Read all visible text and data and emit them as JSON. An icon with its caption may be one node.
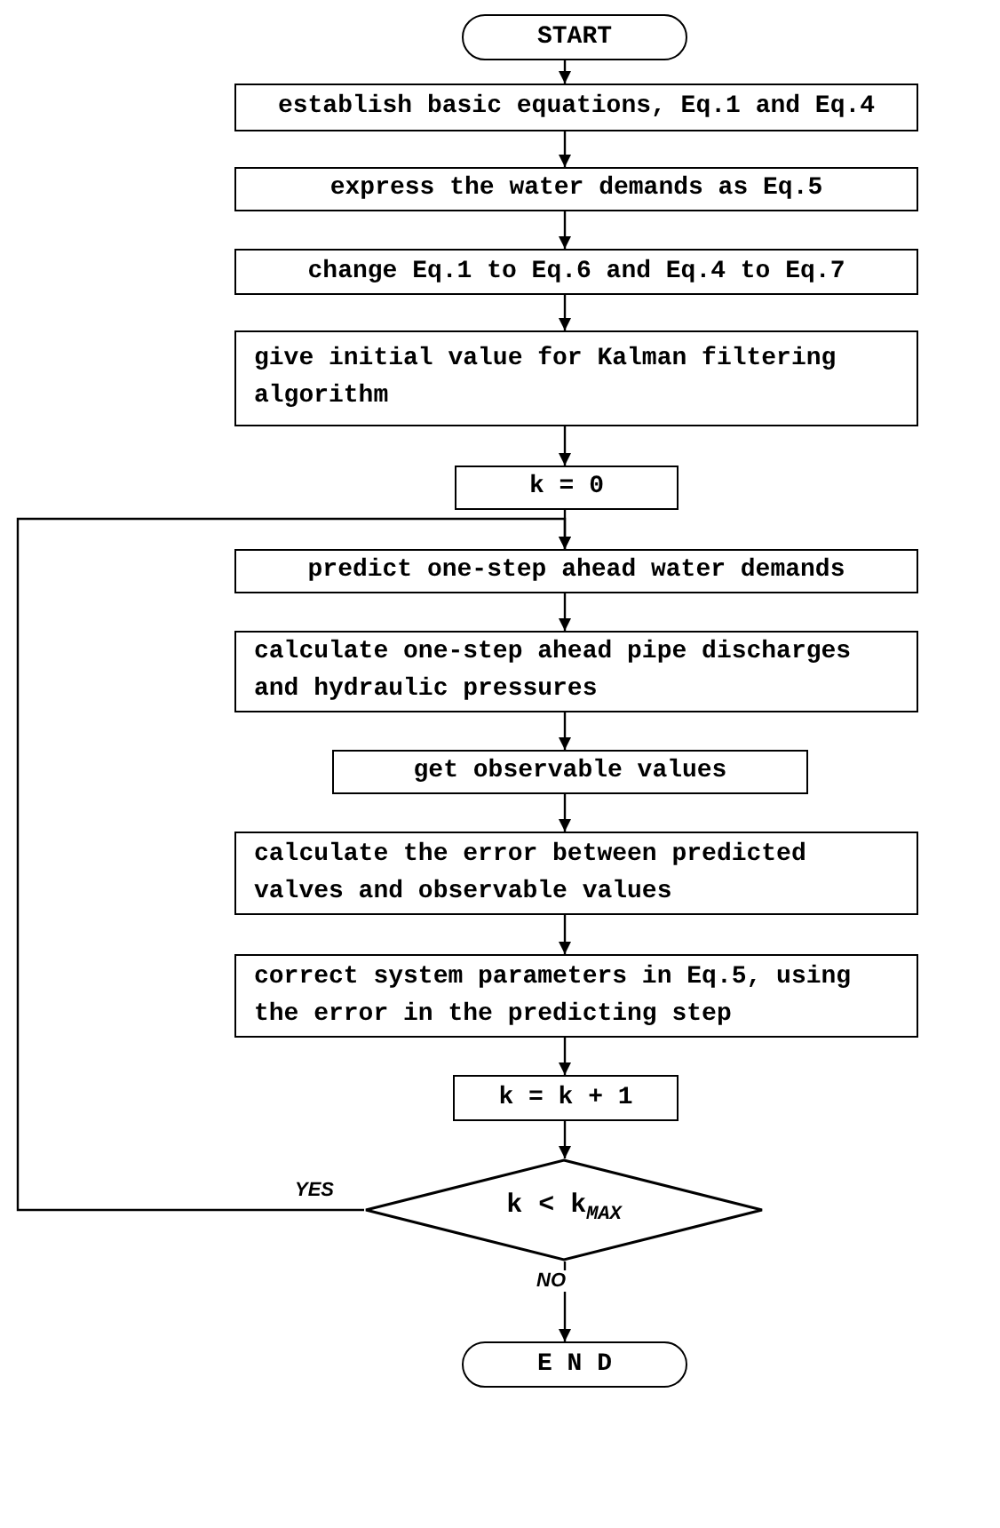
{
  "diagram": {
    "nodes": [
      {
        "text": [
          "START"
        ]
      },
      {
        "text": [
          "establish basic equations, Eq.1 and Eq.4"
        ]
      },
      {
        "text": [
          "express the water demands as Eq.5"
        ]
      },
      {
        "text": [
          "change Eq.1 to Eq.6 and Eq.4 to Eq.7"
        ]
      },
      {
        "text": [
          "give initial value for Kalman filtering algorithm"
        ]
      },
      {
        "text": [
          "k = 0"
        ]
      },
      {
        "text": [
          "predict one-step ahead water demands"
        ]
      },
      {
        "text": [
          "calculate one-step ahead pipe discharges and hydraulic pressures"
        ]
      },
      {
        "text": [
          "get observable values"
        ]
      },
      {
        "text": [
          "calculate the error between predicted valves and observable values"
        ]
      },
      {
        "text": [
          "correct system parameters in Eq.5, using the error in the predicting step"
        ]
      },
      {
        "text": [
          "k = k + 1"
        ]
      },
      {
        "text": [
          "k < k$_{MAX}$"
        ]
      },
      {
        "text": [
          "E N D"
        ]
      }
    ],
    "edges": [
      {
        "from": 0,
        "to": 1,
        "arrow": "to"
      },
      {
        "from": 1,
        "to": 2,
        "arrow": "to"
      },
      {
        "from": 2,
        "to": 3,
        "arrow": "to"
      },
      {
        "from": 3,
        "to": 4,
        "arrow": "to"
      },
      {
        "from": 4,
        "to": 5,
        "arrow": "to"
      },
      {
        "from": 5,
        "to": 6,
        "arrow": "to"
      },
      {
        "from": 6,
        "to": 7,
        "arrow": "to"
      },
      {
        "from": 7,
        "to": 8,
        "arrow": "to"
      },
      {
        "from": 8,
        "to": 9,
        "arrow": "to"
      },
      {
        "from": 9,
        "to": 10,
        "arrow": "to"
      },
      {
        "from": 10,
        "to": 11,
        "arrow": "to"
      },
      {
        "from": 11,
        "to": 12,
        "arrow": "to"
      },
      {
        "from": 12,
        "to": 6,
        "arrow": "to",
        "label": "YES"
      },
      {
        "from": 12,
        "to": 13,
        "arrow": "to",
        "label": "NO"
      }
    ]
  }
}
